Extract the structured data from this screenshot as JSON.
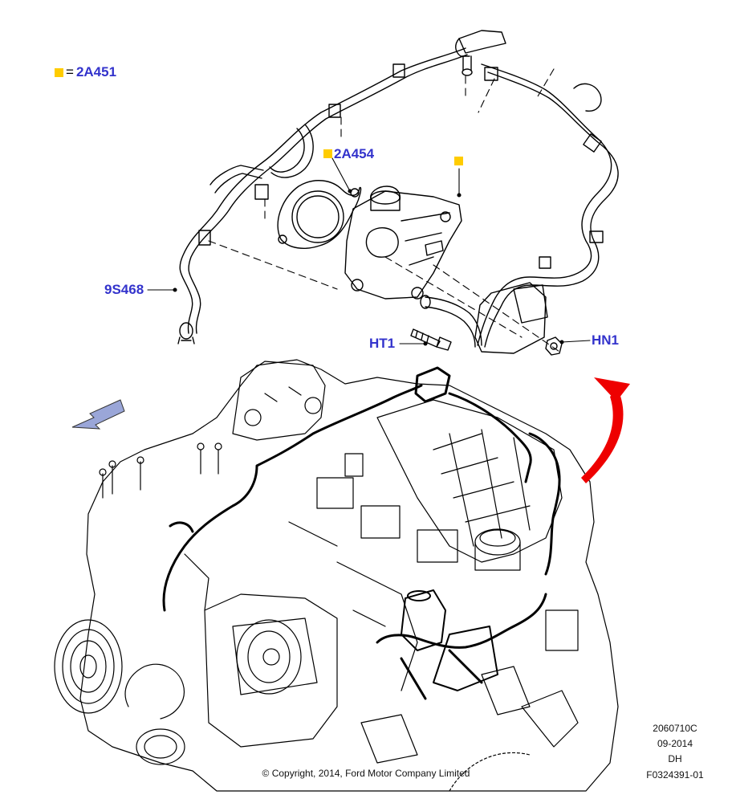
{
  "legend": {
    "equals": "=",
    "part": "2A451"
  },
  "callouts": {
    "c2a454": "2A454",
    "c9s468": "9S468",
    "cht1": "HT1",
    "chn1": "HN1"
  },
  "meta": {
    "drawing_no": "2060710C",
    "date": "09-2014",
    "author": "DH",
    "ref": "F0324391-01"
  },
  "copyright": "© Copyright, 2014, Ford Motor Company Limited",
  "colors": {
    "callout": "#3333cc",
    "marker": "#ffcc00",
    "arrow": "#ee0000",
    "direction_arrow": "#9aa6d8"
  }
}
